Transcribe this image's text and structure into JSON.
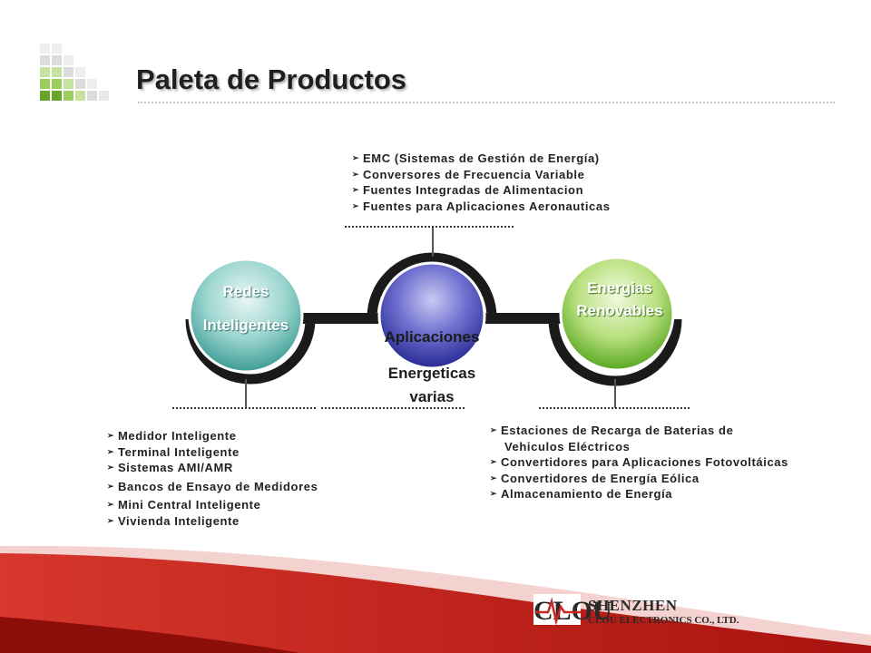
{
  "slide": {
    "title": "Paleta de Productos"
  },
  "nodes": {
    "left": {
      "line1": "Redes",
      "line2": "Inteligentes",
      "color": "#5fb7b0"
    },
    "center": {
      "line1": "Aplicaciones",
      "line2": "Energeticas",
      "line3": "varias",
      "color": "#3d3fa8"
    },
    "right": {
      "line1": "Energias",
      "line2": "Renovables",
      "color": "#7dc33e"
    }
  },
  "lists": {
    "top": [
      "EMC (Sistemas de Gestión de Energía)",
      "Conversores de Frecuencia Variable",
      "Fuentes Integradas de Alimentacion",
      "Fuentes para Aplicaciones Aeronauticas"
    ],
    "bottom_left": [
      "Medidor Inteligente",
      "Terminal Inteligente",
      "Sistemas AMI/AMR",
      "Bancos de Ensayo de Medidores",
      "Mini Central Inteligente",
      "Vivienda Inteligente"
    ],
    "bottom_right": {
      "item1_line1": "Estaciones de Recarga de Baterias de",
      "item1_line2": "Vehiculos Eléctricos",
      "item2": "Convertidores para Aplicaciones Fotovoltáicas",
      "item3": "Convertidores de Energía Eólica",
      "item4": "Almacenamiento de Energía"
    }
  },
  "logo": {
    "mark": "CLOU",
    "name": "SHENZHEN",
    "sub": "CLOU ELECTRONICS CO., LTD."
  },
  "colors": {
    "accent_green": "#6aa52b",
    "footer_red": "#c8261f"
  }
}
